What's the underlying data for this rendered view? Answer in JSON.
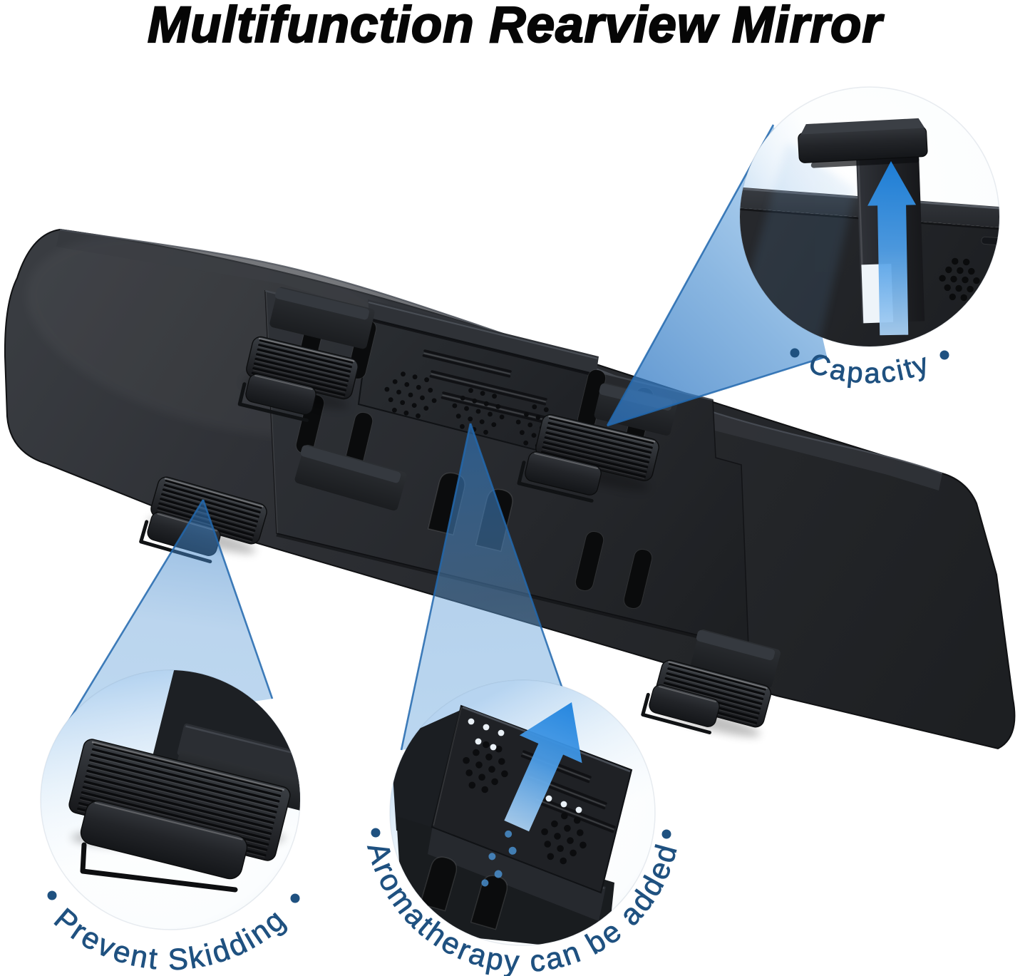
{
  "title": {
    "text": "Multifunction Rearview Mirror"
  },
  "colors": {
    "background": "#ffffff",
    "title_text": "#060606",
    "label_blue": "#1f5180",
    "beam_blue": "#3b82c9",
    "arrow_blue": "#2f8ce4",
    "product_black": "#26282c"
  },
  "callouts": [
    {
      "id": "capacity",
      "label": "Capacity",
      "position": "top-right",
      "icon": "up-arrow"
    },
    {
      "id": "prevent-skidding",
      "label": "Prevent Skidding",
      "position": "bottom-left"
    },
    {
      "id": "aromatherapy",
      "label": "Aromatherapy can be added",
      "position": "bottom-center",
      "icon": "up-arrow"
    }
  ]
}
